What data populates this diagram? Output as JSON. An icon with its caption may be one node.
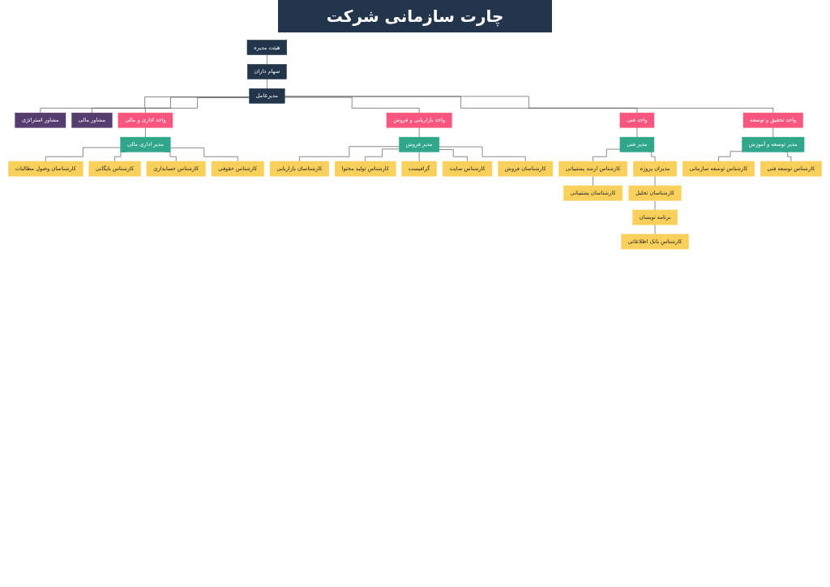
{
  "diagram": {
    "title": "چارت سازمانی شرکت",
    "nodes": [
      {
        "text": [
          "هیئت مدیره"
        ]
      },
      {
        "text": [
          "سهام داران"
        ]
      },
      {
        "text": [
          "مدیرعامل"
        ]
      },
      {
        "text": [
          "مشاور استراتژی"
        ]
      },
      {
        "text": [
          "مشاور مالی"
        ]
      },
      {
        "text": [
          "واحد اداری و مالی"
        ]
      },
      {
        "text": [
          "مدیر اداری مالی"
        ]
      },
      {
        "text": [
          "کارشناسان وصول مطالبات"
        ]
      },
      {
        "text": [
          "کارشناس بایگانی"
        ]
      },
      {
        "text": [
          "کارشناس حسابداری"
        ]
      },
      {
        "text": [
          "کارشناس حقوقی"
        ]
      },
      {
        "text": [
          "واحد بازاریابی و فروش"
        ]
      },
      {
        "text": [
          "مدیر فروش"
        ]
      },
      {
        "text": [
          "کارشناسان بازاریابی"
        ]
      },
      {
        "text": [
          "کارشناس تولید محتوا"
        ]
      },
      {
        "text": [
          "گرافیست"
        ]
      },
      {
        "text": [
          "کارشناس سایت"
        ]
      },
      {
        "text": [
          "کارشناسان فروش"
        ]
      },
      {
        "text": [
          "واحد فنی"
        ]
      },
      {
        "text": [
          "مدیر فنی"
        ]
      },
      {
        "text": [
          "کارشناس ارشد پشتیبانی"
        ]
      },
      {
        "text": [
          "کارشناسان پشتیبانی"
        ]
      },
      {
        "text": [
          "مدیران پروژه"
        ]
      },
      {
        "text": [
          "کارشناسان تحلیل"
        ]
      },
      {
        "text": [
          "برنامه نویسان"
        ]
      },
      {
        "text": [
          "کارشناس بانک اطلاعاتی"
        ]
      },
      {
        "text": [
          "واحد تحقیق و توسعه"
        ]
      },
      {
        "text": [
          "مدیر توسعه و آموزش"
        ]
      },
      {
        "text": [
          "کارشناس توسعه سازمانی"
        ]
      },
      {
        "text": [
          "کارشناس توسعه فنی"
        ]
      }
    ],
    "edges": [
      {
        "from": 0,
        "to": 1,
        "arrow": "none"
      },
      {
        "from": 1,
        "to": 2,
        "arrow": "none"
      },
      {
        "from": 2,
        "to": 3,
        "arrow": "none"
      },
      {
        "from": 2,
        "to": 4,
        "arrow": "none"
      },
      {
        "from": 2,
        "to": 5,
        "arrow": "none"
      },
      {
        "from": 2,
        "to": 11,
        "arrow": "none"
      },
      {
        "from": 2,
        "to": 18,
        "arrow": "none"
      },
      {
        "from": 2,
        "to": 26,
        "arrow": "none"
      },
      {
        "from": 5,
        "to": 6,
        "arrow": "none"
      },
      {
        "from": 6,
        "to": 7,
        "arrow": "none"
      },
      {
        "from": 6,
        "to": 8,
        "arrow": "none"
      },
      {
        "from": 6,
        "to": 9,
        "arrow": "none"
      },
      {
        "from": 6,
        "to": 10,
        "arrow": "none"
      },
      {
        "from": 11,
        "to": 12,
        "arrow": "none"
      },
      {
        "from": 12,
        "to": 13,
        "arrow": "none"
      },
      {
        "from": 12,
        "to": 14,
        "arrow": "none"
      },
      {
        "from": 12,
        "to": 15,
        "arrow": "none"
      },
      {
        "from": 12,
        "to": 16,
        "arrow": "none"
      },
      {
        "from": 12,
        "to": 17,
        "arrow": "none"
      },
      {
        "from": 18,
        "to": 19,
        "arrow": "none"
      },
      {
        "from": 19,
        "to": 20,
        "arrow": "none"
      },
      {
        "from": 20,
        "to": 21,
        "arrow": "none"
      },
      {
        "from": 19,
        "to": 22,
        "arrow": "none"
      },
      {
        "from": 22,
        "to": 23,
        "arrow": "none"
      },
      {
        "from": 23,
        "to": 24,
        "arrow": "none"
      },
      {
        "from": 24,
        "to": 25,
        "arrow": "none"
      },
      {
        "from": 26,
        "to": 27,
        "arrow": "none"
      },
      {
        "from": 27,
        "to": 28,
        "arrow": "none"
      },
      {
        "from": 27,
        "to": 29,
        "arrow": "none"
      }
    ]
  }
}
